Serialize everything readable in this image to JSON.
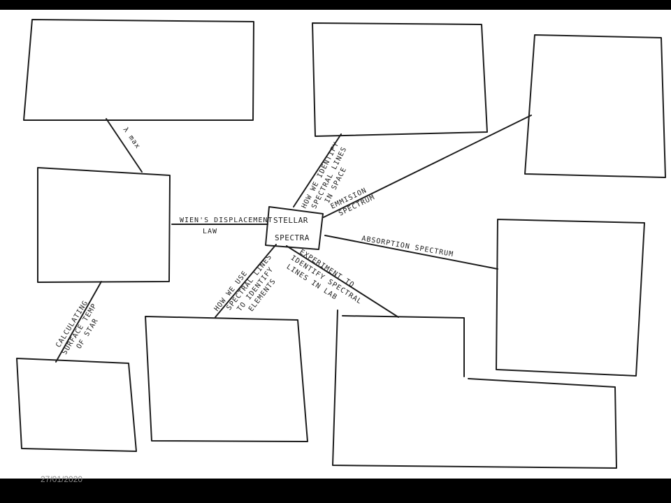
{
  "center_node": {
    "line1": "STELLAR",
    "line2": "SPECTRA"
  },
  "branch_labels": {
    "lambda_max": "λ max",
    "wiens_line1": "WIEN'S DISPLACEMENT",
    "wiens_line2": "LAW",
    "identify_space_line1": "HOW WE IDENTIFY",
    "identify_space_line2": "SPECTRAL LINES",
    "identify_space_line3": "IN SPACE",
    "emission_line1": "EMMISION",
    "emission_line2": "SPECTRUM",
    "absorption": "ABSORPTION SPECTRUM",
    "experiment_line1": "EXPERIMENT TO",
    "experiment_line2": "IDENTIFY SPECTRAL",
    "experiment_line3": "LINES IN LAB",
    "use_lines_line1": "HOW WE USE",
    "use_lines_line2": "SPECTRAL LINES",
    "use_lines_line3": "TO IDENTIFY",
    "use_lines_line4": "ELEMENTS",
    "surface_temp_line1": "CALCULATING",
    "surface_temp_line2": "SURFACE TEMP",
    "surface_temp_line3": "OF STAR"
  },
  "footer": {
    "date": "27/01/2020"
  }
}
